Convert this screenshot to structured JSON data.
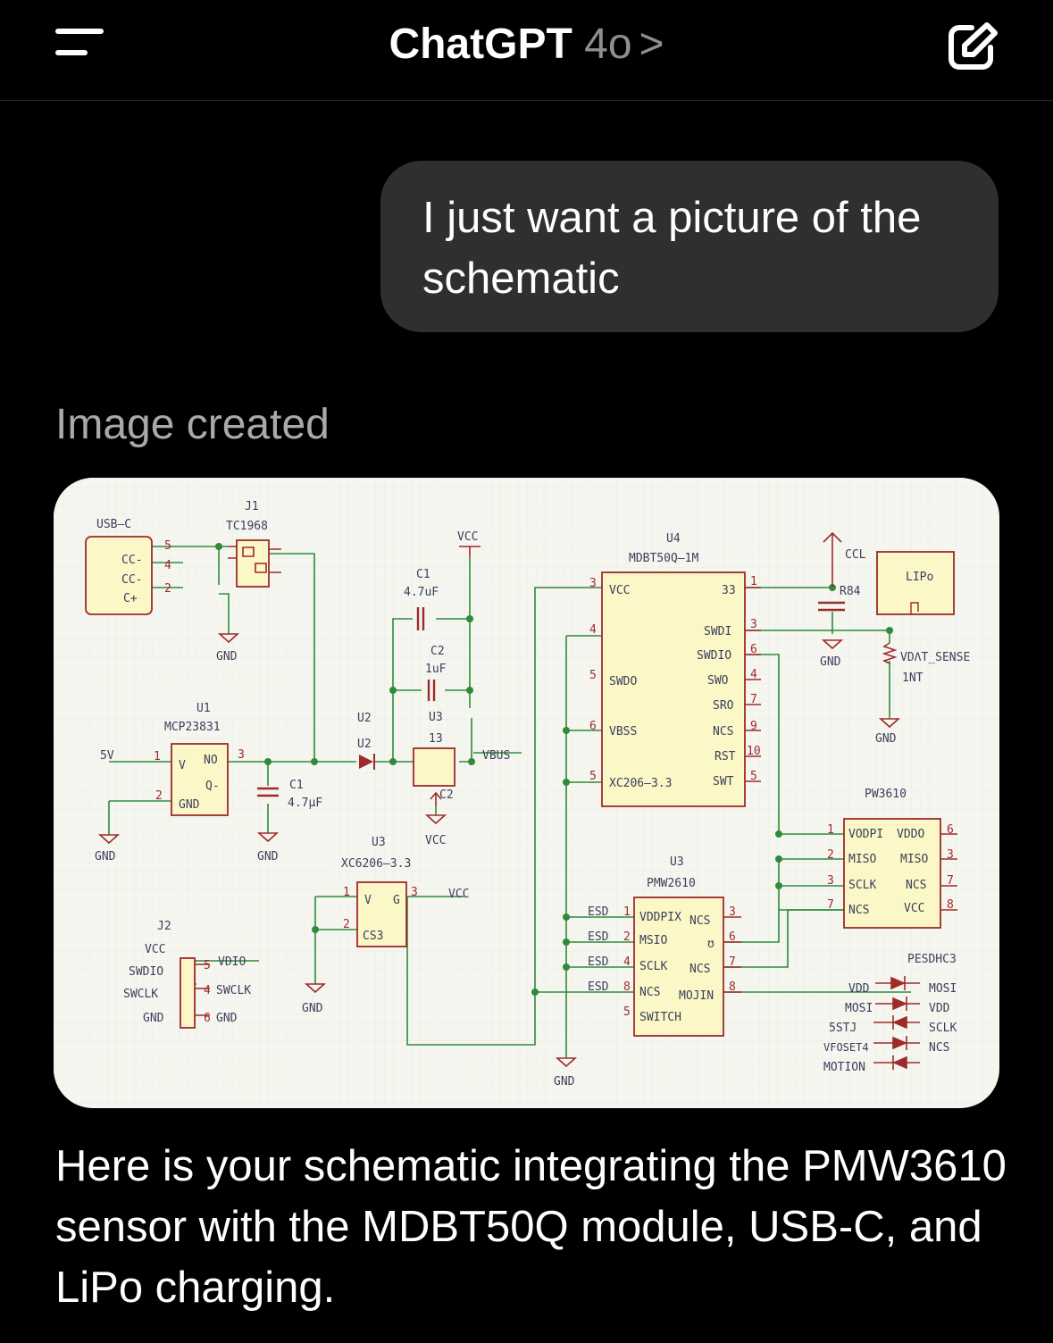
{
  "header": {
    "app_name": "ChatGPT",
    "model": "4o",
    "chevron": ">",
    "menu_icon": "hamburger-menu-icon",
    "compose_icon": "new-chat-edit-icon"
  },
  "conversation": {
    "user_message": "I just want a picture of the schematic",
    "image_status": "Image created",
    "assistant_message": "Here is your schematic integrating the PMW3610 sensor with the MDBT50Q module, USB-C, and LiPo charging."
  },
  "schematic": {
    "usb": {
      "label": "USB–C",
      "pins": [
        "CC-",
        "CC-",
        "C+"
      ],
      "pin_nums": [
        "5",
        "4",
        "2"
      ]
    },
    "j1": {
      "ref": "J1",
      "name": "TC1968"
    },
    "gnd": "GND",
    "vcc": "VCC",
    "vbus": "VBUS",
    "c1_top": {
      "ref": "C1",
      "value": "4.7uF"
    },
    "c2_top": {
      "ref": "C2",
      "value": "1uF"
    },
    "u1": {
      "ref": "U1",
      "name": "MCP23831",
      "pin_v": "V",
      "pin_no": "NO",
      "pin_q": "Q-",
      "pin_gnd": "GND",
      "n1": "1",
      "n2": "2",
      "n3": "3"
    },
    "five_v": "5V",
    "c1_bottom": {
      "ref": "C1",
      "value": "4.7µF"
    },
    "u2_a": "U2",
    "u2_b": "U2",
    "u3_top": {
      "ref": "U3",
      "num": "13",
      "c2": "C2"
    },
    "u3_mid": {
      "ref": "U3",
      "name": "XC6206–3.3",
      "pin_v": "V",
      "pin_g": "G",
      "pin_cs": "CS3",
      "n1": "1",
      "n2": "2",
      "n3": "3"
    },
    "j2": {
      "ref": "J2",
      "pins": [
        "VCC",
        "SWDIO",
        "SWCLK",
        "GND"
      ],
      "right_pins": [
        "VDIO",
        "SWCLK",
        "GND"
      ],
      "right_nums": [
        "5",
        "4",
        "6"
      ]
    },
    "u4": {
      "ref": "U4",
      "name": "MDBT50Q–1M",
      "left_pins": [
        "VCC",
        "SWDO",
        "VBSS",
        "XC206–3.3"
      ],
      "left_nums": [
        "3",
        "4",
        "5",
        "6",
        "5"
      ],
      "right_pins": [
        "33",
        "SWDI",
        "SWDIO",
        "SWO",
        "SRO",
        "NCS",
        "RST",
        "SWT"
      ],
      "right_nums": [
        "1",
        "3",
        "6",
        "4",
        "7",
        "9",
        "10",
        "5"
      ]
    },
    "ccl": "CCL",
    "r84": "R84",
    "lipo": "LIPo",
    "vdat": "VDΛT_SENSE",
    "int": "1NT",
    "pw3610": {
      "name": "PW3610",
      "left": [
        "VODPI",
        "MISO",
        "SCLK",
        "NCS"
      ],
      "right": [
        "VDDO",
        "MISO",
        "NCS",
        "VCC"
      ],
      "left_nums": [
        "1",
        "2",
        "3",
        "7"
      ],
      "right_nums": [
        "6",
        "3",
        "7",
        "8"
      ]
    },
    "u3_bottom": {
      "ref": "U3",
      "name": "PMW2610",
      "left": [
        "VDDPIX",
        "MSIO",
        "SCLK",
        "NCS",
        "SWITCH"
      ],
      "right": [
        "NCS",
        "ʊ",
        "NCS",
        "MOJIN"
      ],
      "esd": [
        "ESD",
        "ESD",
        "ESD",
        "ESD"
      ],
      "left_nums": [
        "1",
        "2",
        "4",
        "8",
        "5"
      ],
      "right_nums": [
        "3",
        "6",
        "7",
        "8"
      ]
    },
    "pesd": {
      "name": "PESDHC3",
      "left": [
        "VDD",
        "MOSI",
        "5STJ",
        "VFOSET4",
        "MOTION"
      ],
      "right": [
        "MOSI",
        "VDD",
        "SCLK",
        "NCS"
      ]
    }
  },
  "colors": {
    "background": "#000000",
    "bubble": "#2f2f2f",
    "muted_text": "#8e8e8e",
    "schematic_bg": "#f6f6f1",
    "wire": "#2e8b3a",
    "component": "#9e2a2a",
    "component_fill": "#fbf7c6",
    "label_ink": "#3a3f5a"
  }
}
